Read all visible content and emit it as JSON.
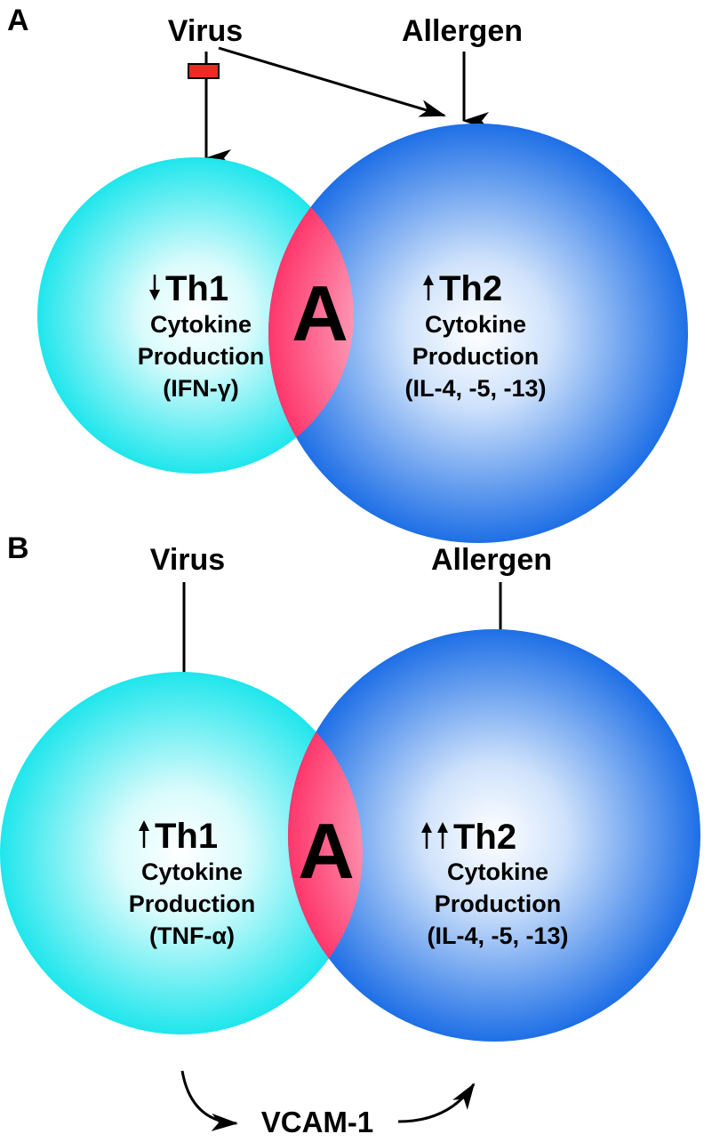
{
  "colors": {
    "th1_circle_edge": "#1fe6ec",
    "th1_circle_center": "#ffffff",
    "th2_circle_edge": "#1e6fe6",
    "th2_circle_center": "#ffffff",
    "overlap_edge": "#ff1f5a",
    "overlap_center": "#ffffff",
    "inhibit_bar": "#ee2a24",
    "arrows": "#000000"
  },
  "panels": [
    {
      "label": "A",
      "virus": "Virus",
      "allergen": "Allergen",
      "virus_inhibited": true,
      "overlap_label": "A",
      "th1": {
        "direction_icon": "arrow-down-icon",
        "title": "Th1",
        "line1": "Cytokine",
        "line2": "Production",
        "line3": "(IFN-γ)"
      },
      "th2": {
        "direction_icon": "arrow-up-icon",
        "title": "Th2",
        "line1": "Cytokine",
        "line2": "Production",
        "line3": "(IL-4, -5, -13)"
      }
    },
    {
      "label": "B",
      "virus": "Virus",
      "allergen": "Allergen",
      "virus_inhibited": false,
      "overlap_label": "A",
      "th1": {
        "direction_icon": "arrow-up-icon",
        "title": "Th1",
        "line1": "Cytokine",
        "line2": "Production",
        "line3": "(TNF-α)"
      },
      "th2": {
        "direction_icon": "double-arrow-up-icon",
        "title": "Th2",
        "line1": "Cytokine",
        "line2": "Production",
        "line3": "(IL-4, -5, -13)"
      },
      "link_label": "VCAM-1"
    }
  ]
}
